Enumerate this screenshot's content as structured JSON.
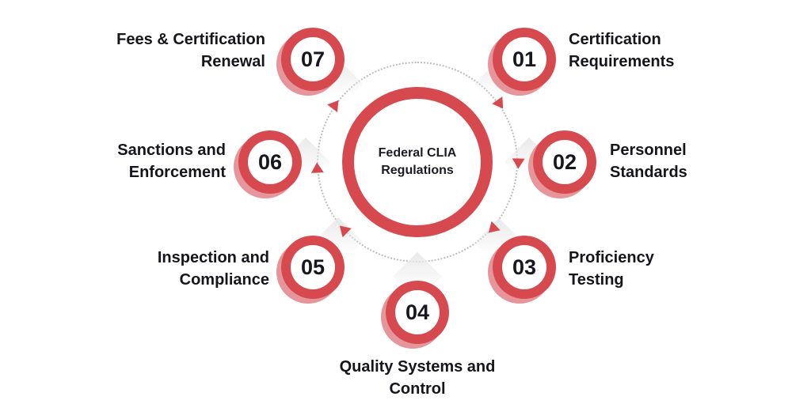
{
  "center": {
    "title_line1": "Federal CLIA",
    "title_line2": "Regulations"
  },
  "items": [
    {
      "number": "01",
      "label": "Certification Requirements"
    },
    {
      "number": "02",
      "label": "Personnel Standards"
    },
    {
      "number": "03",
      "label": "Proficiency Testing"
    },
    {
      "number": "04",
      "label": "Quality Systems and Control"
    },
    {
      "number": "05",
      "label": "Inspection and Compliance"
    },
    {
      "number": "06",
      "label": "Sanctions and Enforcement"
    },
    {
      "number": "07",
      "label": "Fees & Certification Renewal"
    }
  ],
  "colors": {
    "ring_red": "#d6494f",
    "ring_red_light": "#e6959a",
    "text_dark": "#15151c",
    "dotted_gray": "#bdbdbd"
  }
}
